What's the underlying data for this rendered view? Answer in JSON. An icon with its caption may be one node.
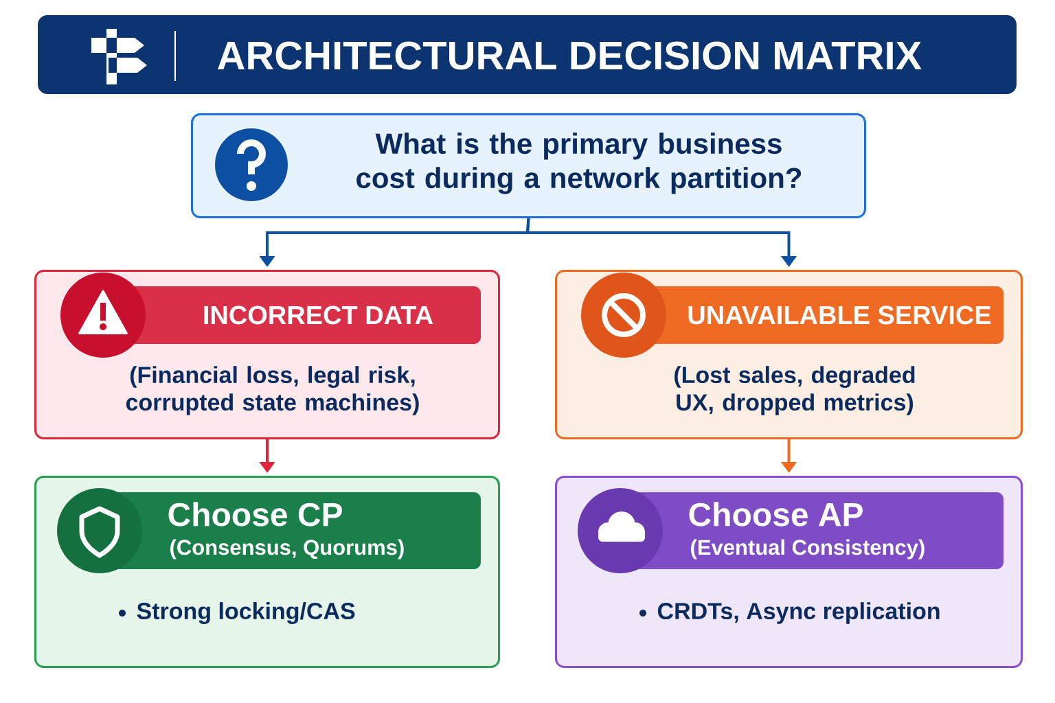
{
  "diagram": {
    "title": "ARCHITECTURAL DECISION MATRIX",
    "nodes": [
      {
        "text": [
          "What is the primary business cost during a network partition?"
        ]
      },
      {
        "text": [
          "INCORRECT DATA",
          "(Financial loss, legal risk, corrupted state machines)"
        ]
      },
      {
        "text": [
          "UNAVAILABLE SERVICE",
          "(Lost sales, degraded UX, dropped metrics)"
        ]
      },
      {
        "text": [
          "Choose CP",
          "(Consensus, Quorums)",
          "Strong locking/CAS"
        ]
      },
      {
        "text": [
          "Choose AP",
          "(Eventual Consistency)",
          "CRDTs, Async replication"
        ]
      }
    ],
    "edges": [
      {
        "from": 0,
        "to": 1,
        "arrow": "to",
        "color": "#0d4fa3"
      },
      {
        "from": 0,
        "to": 2,
        "arrow": "to",
        "color": "#0d4fa3"
      },
      {
        "from": 1,
        "to": 3,
        "arrow": "to",
        "color": "#e0243c"
      },
      {
        "from": 2,
        "to": 4,
        "arrow": "to",
        "color": "#ee6a1f"
      }
    ]
  }
}
